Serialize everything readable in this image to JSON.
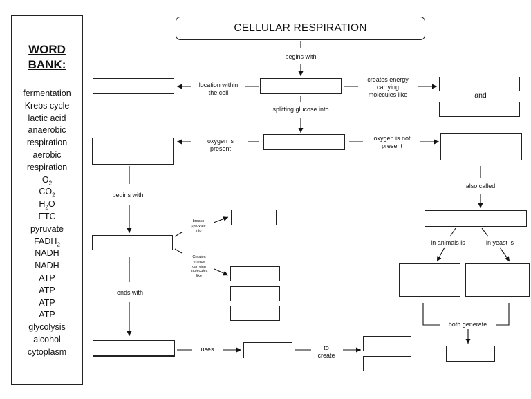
{
  "title": "CELLULAR RESPIRATION",
  "word_bank": {
    "title_line1": "WORD",
    "title_line2": "BANK:",
    "items": [
      {
        "text": "fermentation",
        "sub": ""
      },
      {
        "text": "Krebs cycle",
        "sub": ""
      },
      {
        "text": "lactic acid",
        "sub": ""
      },
      {
        "text": "anaerobic",
        "sub": ""
      },
      {
        "text": "respiration",
        "sub": ""
      },
      {
        "text": "aerobic",
        "sub": ""
      },
      {
        "text": "respiration",
        "sub": ""
      },
      {
        "text": "O",
        "sub": "2"
      },
      {
        "text": "CO",
        "sub": "2"
      },
      {
        "text": "H",
        "sub": "2",
        "tail": "O"
      },
      {
        "text": "ETC",
        "sub": ""
      },
      {
        "text": "pyruvate",
        "sub": ""
      },
      {
        "text": "FADH",
        "sub": "2"
      },
      {
        "text": "NADH",
        "sub": ""
      },
      {
        "text": "NADH",
        "sub": ""
      },
      {
        "text": "ATP",
        "sub": ""
      },
      {
        "text": "ATP",
        "sub": ""
      },
      {
        "text": "ATP",
        "sub": ""
      },
      {
        "text": "ATP",
        "sub": ""
      },
      {
        "text": "glycolysis",
        "sub": ""
      },
      {
        "text": "alcohol",
        "sub": ""
      },
      {
        "text": "cytoplasm",
        "sub": ""
      }
    ]
  },
  "labels": {
    "begins_with_top": "begins with",
    "location_line1": "location within",
    "location_line2": "the cell",
    "creates_line1": "creates energy",
    "creates_line2": "carrying",
    "creates_line3": "molecules like",
    "and": "and",
    "splitting": "splitting glucose into",
    "oxygen_present_line1": "oxygen is",
    "oxygen_present_line2": "present",
    "oxygen_not_line1": "oxygen is not",
    "oxygen_not_line2": "present",
    "begins_with_left": "begins with",
    "also_called": "also called",
    "breaks_line1": "breaks",
    "breaks_line2": "pyruvate",
    "breaks_line3": "into",
    "creates_small_line1": "Creates",
    "creates_small_line2": "energy",
    "creates_small_line3": "carrying",
    "creates_small_line4": "molecules",
    "creates_small_line5": "like",
    "in_animals": "in animals is",
    "in_yeast": "in yeast is",
    "ends_with": "ends with",
    "both_generate": "both generate",
    "uses": "uses",
    "to_line1": "to",
    "to_line2": "create"
  }
}
